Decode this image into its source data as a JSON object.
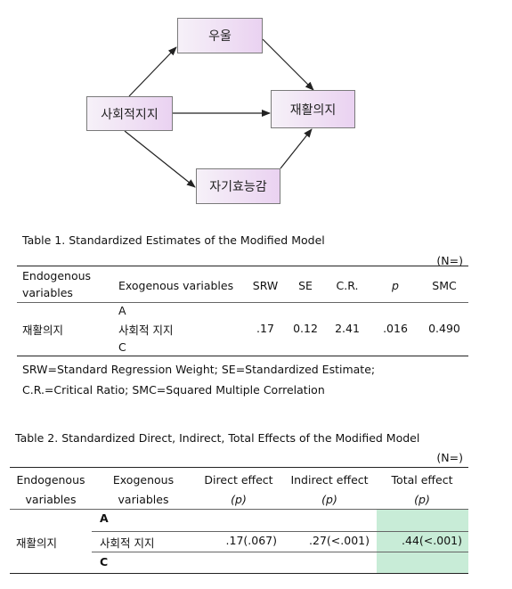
{
  "diagram": {
    "nodes": {
      "depression": "우울",
      "social_support": "사회적지지",
      "rehab_will": "재활의지",
      "self_efficacy": "자기효능감"
    }
  },
  "table1": {
    "caption": "Table 1. Standardized Estimates of the Modified Model",
    "n_note": "(N=)",
    "headers": {
      "endogenous_line1": "Endogenous",
      "endogenous_line2": "variables",
      "exogenous": "Exogenous variables",
      "srw": "SRW",
      "se": "SE",
      "cr": "C.R.",
      "p": "p",
      "smc": "SMC"
    },
    "row": {
      "endogenous": "재활의지",
      "exogenous": [
        "A",
        "사회적 지지",
        "C"
      ],
      "srw": ".17",
      "se": "0.12",
      "cr": "2.41",
      "p": ".016",
      "smc": "0.490"
    },
    "footnote_line1": "SRW=Standard Regression Weight; SE=Standardized Estimate;",
    "footnote_line2": "C.R.=Critical Ratio; SMC=Squared Multiple Correlation"
  },
  "table2": {
    "caption": "Table 2. Standardized Direct, Indirect, Total Effects of the Modified Model",
    "n_note": "(N=)",
    "headers": {
      "endogenous_line1": "Endogenous",
      "endogenous_line2": "variables",
      "exogenous_line1": "Exogenous",
      "exogenous_line2": "variables",
      "direct_line1": "Direct effect",
      "direct_line2": "(p)",
      "indirect_line1": "Indirect effect",
      "indirect_line2": "(p)",
      "total_line1": "Total effect",
      "total_line2": "(p)"
    },
    "row": {
      "endogenous": "재활의지",
      "exogenous": [
        "A",
        "사회적 지지",
        "C"
      ],
      "direct": ".17(.067)",
      "indirect": ".27(<.001)",
      "total": ".44(<.001)"
    },
    "highlight_color": "#c8ecd7"
  }
}
